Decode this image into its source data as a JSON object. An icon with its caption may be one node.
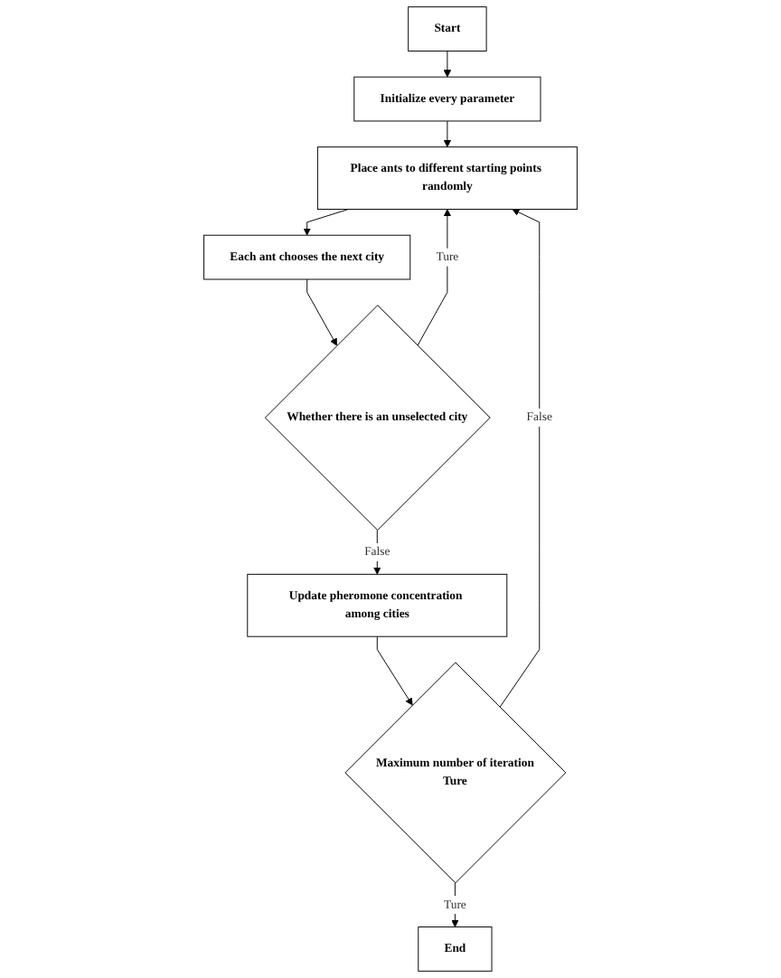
{
  "diagram": {
    "nodes": [
      {
        "text": [
          "Start"
        ]
      },
      {
        "text": [
          "Initialize every parameter"
        ]
      },
      {
        "text": [
          "Place ants to different starting points randomly"
        ]
      },
      {
        "text": [
          "Each ant chooses the next city"
        ]
      },
      {
        "text": [
          "Whether there is an unselected city"
        ]
      },
      {
        "text": [
          "Update pheromone concentration among cities"
        ]
      },
      {
        "text": [
          "Maximum number of iteration",
          "Ture"
        ]
      },
      {
        "text": [
          "End"
        ]
      }
    ],
    "edges": [
      {
        "from": 0,
        "to": 1,
        "arrow": "to"
      },
      {
        "from": 1,
        "to": 2,
        "arrow": "to"
      },
      {
        "from": 2,
        "to": 3,
        "arrow": "to"
      },
      {
        "from": 3,
        "to": 4,
        "arrow": "to"
      },
      {
        "from": 4,
        "to": 2,
        "arrow": "to",
        "label": "Ture"
      },
      {
        "from": 4,
        "to": 5,
        "arrow": "to",
        "label": "False"
      },
      {
        "from": 5,
        "to": 6,
        "arrow": "to"
      },
      {
        "from": 6,
        "to": 2,
        "arrow": "to",
        "label": "False"
      },
      {
        "from": 6,
        "to": 7,
        "arrow": "to",
        "label": "Ture"
      }
    ]
  }
}
